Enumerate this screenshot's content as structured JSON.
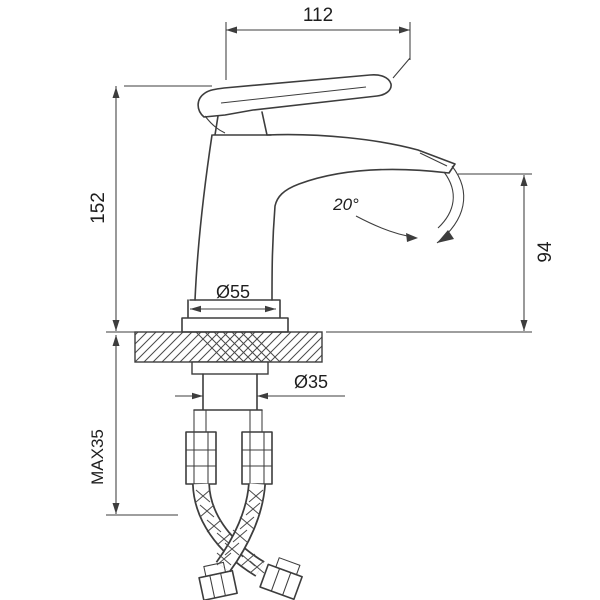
{
  "page": {
    "background": "#ffffff",
    "line_color": "#3d3d3d"
  },
  "drawing": {
    "labels": {
      "width_top": "112",
      "height_left": "152",
      "height_right": "94",
      "spout_angle": "20°",
      "base_diameter": "Ø55",
      "shank_diameter": "Ø35",
      "max_mount_thickness": "MAX35"
    }
  }
}
